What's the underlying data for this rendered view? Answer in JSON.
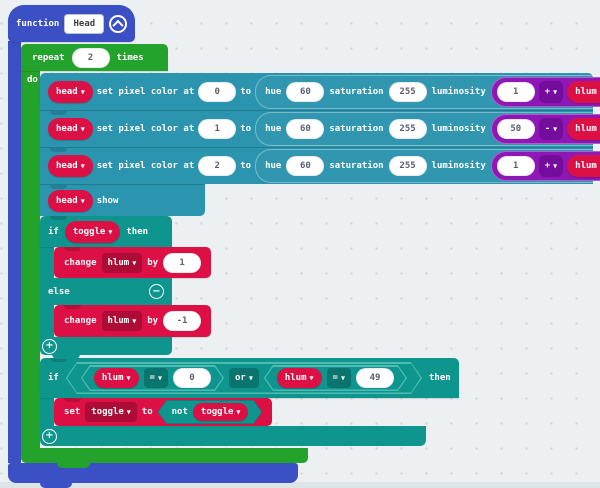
{
  "colors": {
    "function_blue": "#3b50c4",
    "loops_green": "#24a32c",
    "strip_teal": "#2b94af",
    "logic_teal": "#0e968e",
    "variable_red": "#dc1045",
    "math_purple": "#8e17b5",
    "canvas_gray": "#edf0f2"
  },
  "icons": {
    "caret_down": "▾",
    "plus": "+",
    "minus": "−"
  },
  "function_block": {
    "label": "function",
    "name_value": "Head"
  },
  "repeat_block": {
    "label_repeat": "repeat",
    "count": "2",
    "label_times": "times",
    "label_do": "do"
  },
  "pixel_rows": [
    {
      "target": "head",
      "action": "set pixel color at",
      "index": "0",
      "to": "to",
      "hue_label": "hue",
      "hue": "60",
      "saturation_label": "saturation",
      "saturation": "255",
      "luminosity_label": "luminosity",
      "operand": "1",
      "operator": "+",
      "variable": "hlum"
    },
    {
      "target": "head",
      "action": "set pixel color at",
      "index": "1",
      "to": "to",
      "hue_label": "hue",
      "hue": "60",
      "saturation_label": "saturation",
      "saturation": "255",
      "luminosity_label": "luminosity",
      "operand": "50",
      "operator": "-",
      "variable": "hlum"
    },
    {
      "target": "head",
      "action": "set pixel color at",
      "index": "2",
      "to": "to",
      "hue_label": "hue",
      "hue": "60",
      "saturation_label": "saturation",
      "saturation": "255",
      "luminosity_label": "luminosity",
      "operand": "1",
      "operator": "+",
      "variable": "hlum"
    }
  ],
  "show_block": {
    "target": "head",
    "label": "show"
  },
  "if_else_block": {
    "if_label": "if",
    "condition_variable": "toggle",
    "then_label": "then",
    "else_label": "else",
    "change_then": {
      "label": "change",
      "variable": "hlum",
      "by_label": "by",
      "value": "1"
    },
    "change_else": {
      "label": "change",
      "variable": "hlum",
      "by_label": "by",
      "value": "-1"
    }
  },
  "if_or_block": {
    "if_label": "if",
    "then_label": "then",
    "or_label": "or",
    "condition1": {
      "variable": "hlum",
      "operator": "=",
      "value": "0"
    },
    "condition2": {
      "variable": "hlum",
      "operator": "=",
      "value": "49"
    },
    "set_row": {
      "set_label": "set",
      "variable": "toggle",
      "to_label": "to",
      "not_label": "not",
      "not_variable": "toggle"
    }
  }
}
